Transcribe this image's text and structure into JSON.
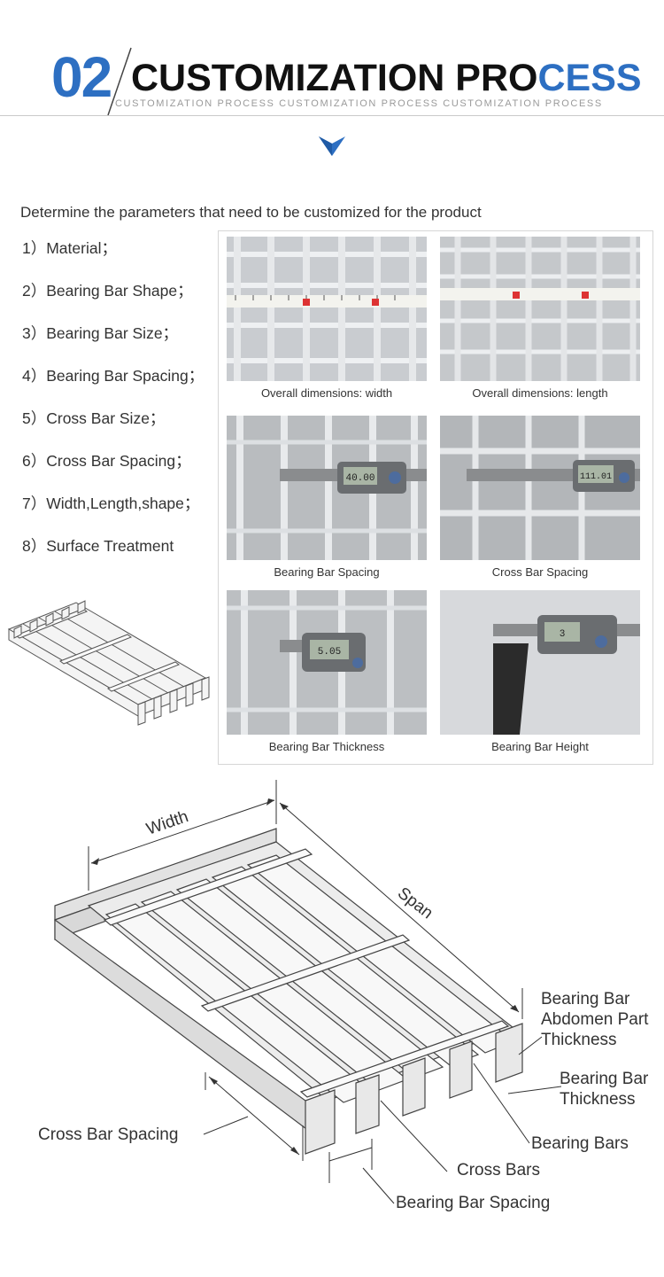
{
  "header": {
    "number": "02",
    "title_part1": "CUSTOMIZATION PRO",
    "title_part2": "CESS",
    "subtitle": "CUSTOMIZATION PROCESS CUSTOMIZATION PROCESS CUSTOMIZATION PROCESS"
  },
  "intro": "Determine the parameters that need to be customized for the product",
  "parameters": [
    "1）Material；",
    "2）Bearing Bar Shape；",
    "3）Bearing Bar Size；",
    "4）Bearing Bar Spacing；",
    "5）Cross Bar Size；",
    "6）Cross Bar Spacing；",
    "7）Width,Length,shape；",
    "8）Surface Treatment"
  ],
  "photos": [
    {
      "caption": "Overall dimensions:  width",
      "readout": ""
    },
    {
      "caption": "Overall dimensions:  length",
      "readout": ""
    },
    {
      "caption": "Bearing Bar Spacing",
      "readout": "40.00"
    },
    {
      "caption": "Cross Bar  Spacing",
      "readout": "111.01"
    },
    {
      "caption": "Bearing Bar Thickness",
      "readout": "5.05"
    },
    {
      "caption": "Bearing Bar Height",
      "readout": "3"
    }
  ],
  "diagram": {
    "width_label": "Width",
    "span_label": "Span",
    "abdomen_label": [
      "Bearing Bar",
      "Abdomen Part",
      "Thickness"
    ],
    "thickness_label": [
      "Bearing Bar",
      "Thickness"
    ],
    "bearing_bars_label": "Bearing Bars",
    "cross_bars_label": "Cross Bars",
    "bearing_spacing_label": "Bearing Bar Spacing",
    "cross_spacing_label": "Cross Bar Spacing"
  },
  "colors": {
    "accent": "#2d6fc2",
    "text": "#333333",
    "rule": "#c9c9c9"
  }
}
